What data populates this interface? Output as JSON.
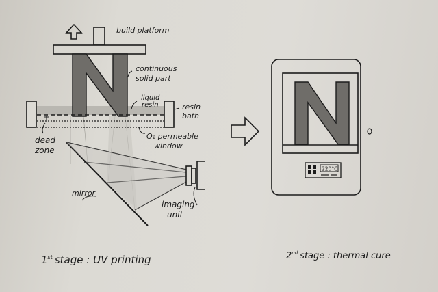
{
  "stage1": {
    "caption": "1st stage : UV printing",
    "caption_sup": "st",
    "caption_num": "1",
    "caption_rest": "stage : UV printing",
    "labels": {
      "build_platform": "build platform",
      "continuous_solid_part_1": "continuous",
      "continuous_solid_part_2": "solid part",
      "liquid_resin_1": "liquid",
      "liquid_resin_2": "resin",
      "resin_bath_1": "resin",
      "resin_bath_2": "bath",
      "dead_zone_1": "dead",
      "dead_zone_2": "zone",
      "o2_window_1": "O₂ permeable",
      "o2_window_2": "window",
      "mirror": "mirror",
      "imaging_unit_1": "imaging",
      "imaging_unit_2": "unit"
    },
    "part_letter": "N"
  },
  "transition_arrow": "right-arrow",
  "stage2": {
    "caption_num": "2",
    "caption_sup": "nd",
    "caption_rest": "stage : thermal cure",
    "part_letter": "N",
    "oven_display": "220°C"
  },
  "colors": {
    "ink": "#1c1c1c",
    "part_fill": "#6f6d69",
    "resin_fill": "#b9b7b1",
    "paper": "#dcdad4"
  }
}
